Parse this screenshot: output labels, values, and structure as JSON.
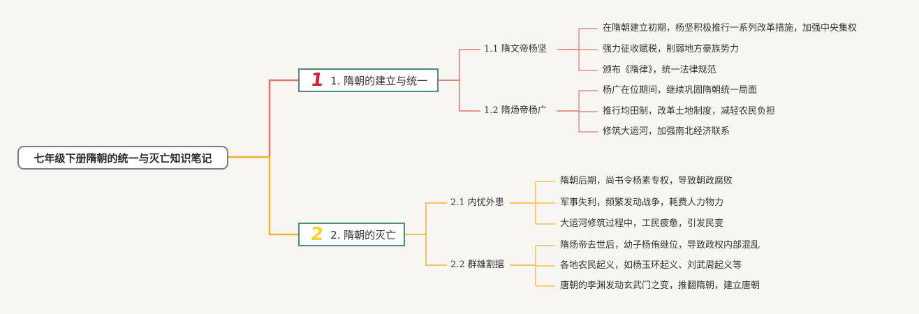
{
  "root": {
    "title": "七年级下册隋朝的统一与灭亡知识笔记"
  },
  "branches": [
    {
      "number": "1",
      "label": "1. 隋朝的建立与统一",
      "color": "#e3726b",
      "number_color": "#d81f3a",
      "subtopics": [
        {
          "label": "1.1 隋文帝杨坚",
          "points": [
            "在隋朝建立初期，杨坚积极推行一系列改革措施，加强中央集权",
            "强力征收赋税，削弱地方豪族势力",
            "颁布《隋律》，统一法律规范"
          ]
        },
        {
          "label": "1.2 隋炀帝杨广",
          "points": [
            "杨广在位期间，继续巩固隋朝统一局面",
            "推行均田制，改革土地制度，减轻农民负担",
            "修筑大运河，加强南北经济联系"
          ]
        }
      ]
    },
    {
      "number": "2",
      "label": "2. 隋朝的灭亡",
      "color": "#f2b332",
      "number_color": "#f5d22e",
      "subtopics": [
        {
          "label": "2.1 内忧外患",
          "points": [
            "隋朝后期，尚书令杨素专权，导致朝政腐败",
            "军事失利，频繁发动战争，耗费人力物力",
            "大运河修筑过程中，工民疲惫，引发民变"
          ]
        },
        {
          "label": "2.2 群雄割据",
          "points": [
            "隋炀帝去世后，幼子杨侑继位，导致政权内部混乱",
            "各地农民起义，如杨玉环起义、刘武周起义等",
            "唐朝的李渊发动玄武门之变，推翻隋朝，建立唐朝"
          ]
        }
      ]
    }
  ]
}
